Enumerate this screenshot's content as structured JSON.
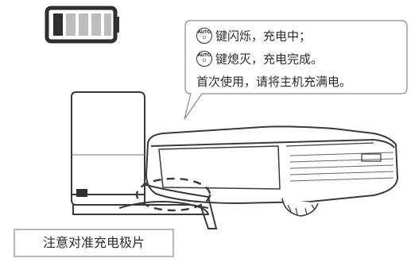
{
  "indicator_icon": "battery-charging-icon",
  "callout": {
    "lines": [
      {
        "icon": "auto-power-button-icon",
        "icon_top": "AUTO",
        "icon_bottom": "⏻",
        "text": "键闪烁，充电中；"
      },
      {
        "icon": "auto-power-button-icon",
        "icon_top": "AUTO",
        "icon_bottom": "⏻",
        "text": "键熄灭，充电完成。"
      },
      {
        "icon": null,
        "text": "首次使用，请将主机充满电。"
      }
    ]
  },
  "note_label": "注意对准充电极片",
  "colors": {
    "line": "#3a3a3a",
    "battery_fill_dark": "#2f2f2f",
    "battery_fill_light": "#bdbdbd"
  }
}
